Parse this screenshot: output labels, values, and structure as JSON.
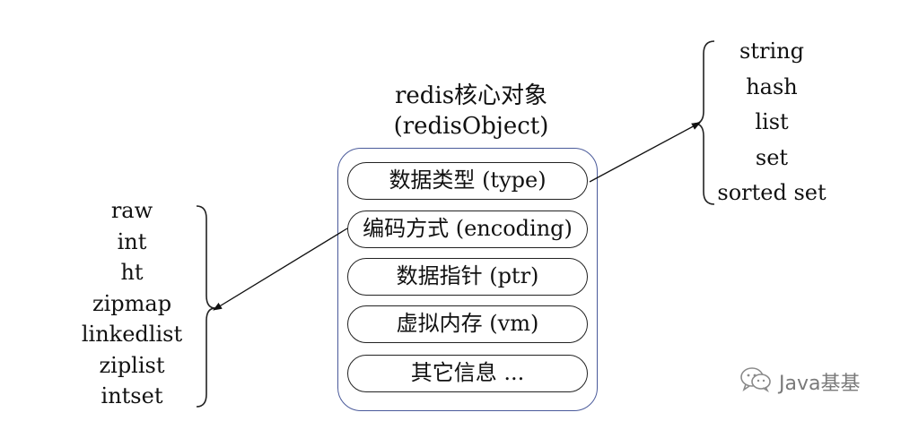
{
  "diagram": {
    "title_line_1": "redis核心对象",
    "title_line_2": "(redisObject)",
    "fields": [
      "数据类型 (type)",
      "编码方式 (encoding)",
      "数据指针 (ptr)",
      "虚拟内存 (vm)",
      "其它信息 ..."
    ],
    "encodings": [
      "raw",
      "int",
      "ht",
      "zipmap",
      "linkedlist",
      "ziplist",
      "intset"
    ],
    "types": [
      "string",
      "hash",
      "list",
      "set",
      "sorted set"
    ]
  },
  "watermark": {
    "icon": "wechat-icon",
    "text": "Java基基"
  }
}
